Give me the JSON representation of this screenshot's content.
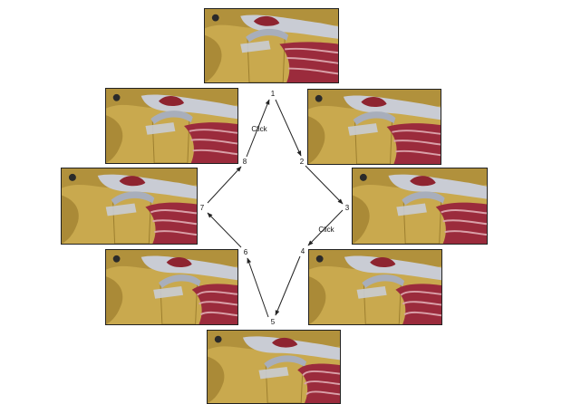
{
  "cycle": {
    "steps": [
      "1",
      "2",
      "3",
      "4",
      "5",
      "6",
      "7",
      "8"
    ],
    "annotations": [
      "Click",
      "Click"
    ]
  },
  "colors": {
    "bone": "#c9a94e",
    "bone_shadow": "#9c7e2e",
    "muscle": "#9b2b3c",
    "muscle_light": "#d9a0a8",
    "ligament": "#c9ccd4",
    "disc": "#a8aebb",
    "marrow": "#8e2430",
    "arrow": "#222222"
  },
  "panels": [
    {
      "id": "p1",
      "icon": "jaw-joint-anatomy-illustration"
    },
    {
      "id": "p2",
      "icon": "jaw-joint-anatomy-illustration"
    },
    {
      "id": "p3",
      "icon": "jaw-joint-anatomy-illustration"
    },
    {
      "id": "p4",
      "icon": "jaw-joint-anatomy-illustration"
    },
    {
      "id": "p5",
      "icon": "jaw-joint-anatomy-illustration"
    },
    {
      "id": "p6",
      "icon": "jaw-joint-anatomy-illustration"
    },
    {
      "id": "p7",
      "icon": "jaw-joint-anatomy-illustration"
    },
    {
      "id": "p8",
      "icon": "jaw-joint-anatomy-illustration"
    }
  ]
}
